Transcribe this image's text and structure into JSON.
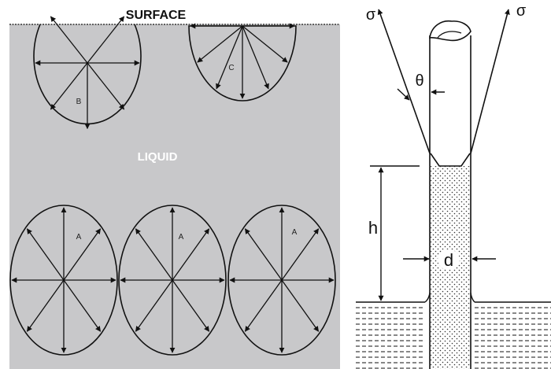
{
  "left_panel": {
    "surface_label": "SURFACE",
    "liquid_label": "LIQUID",
    "molecules": [
      {
        "id": "b",
        "label": "B"
      },
      {
        "id": "c",
        "label": "C"
      },
      {
        "id": "a1",
        "label": "A"
      },
      {
        "id": "a2",
        "label": "A"
      },
      {
        "id": "a3",
        "label": "A"
      }
    ]
  },
  "right_panel": {
    "sigma_left": "σ",
    "sigma_right": "σ",
    "theta": "θ",
    "height": "h",
    "diameter": "d"
  },
  "colors": {
    "liquid_fill": "#c8c8ca",
    "ink": "#111111"
  }
}
